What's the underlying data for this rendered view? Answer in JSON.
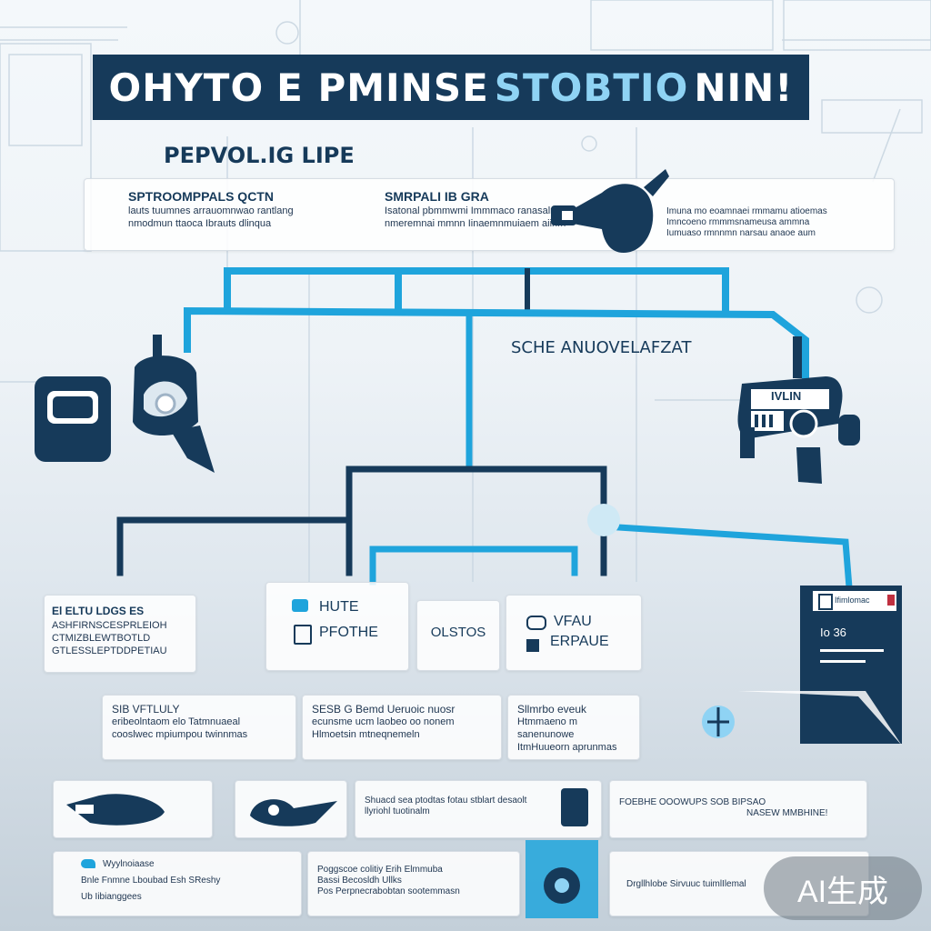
{
  "header": {
    "title_left": "OHYTO",
    "title_mid": "E PMINSE",
    "title_accent": "STOBTIO",
    "title_right": "NIN!"
  },
  "subtitle": "PEPVOL.IG LIPE",
  "top_card": {
    "left_heading": "SPTROOMPPALS QCTN",
    "left_line1": "lauts tuumnes arrauomnwao rantlang",
    "left_line2": "nmodmun ttaoca Ibrauts dlinqua",
    "center_heading": "SMRPALI IB GRA",
    "center_line1": "Isatonal pbmmwmi Immmaco ranasalnu",
    "center_line2": "nmeremnai mmnn Iinaemnmuiaem aiinm",
    "right_line1": "Imuna mo eoamnaei rmmamu atioemas",
    "right_line2": "Imncoeno rmmmsnameusa ammna",
    "right_line3": "Iumuaso rmnnmn narsau anaoe aum"
  },
  "mid_label": "SCHE ANUOVELAFZAT",
  "right_device_label": "IVLIN",
  "level3": {
    "left": {
      "heading": "El ELTU LDGS ES",
      "line1": "ASHFIRNSCESPRLEIOH",
      "line2": "CTMIZBLEWTBOTLD",
      "line3": "GTLESSLEPTDDPETIAU"
    },
    "box1": {
      "line1": "HUTE",
      "line2": "PFOTHE"
    },
    "box2": {
      "label": "OLSTOS"
    },
    "box3": {
      "line1": "VFAU",
      "line2": "ERPAUE"
    },
    "dark": {
      "header": "Ifimlomac",
      "value": "Io 36"
    }
  },
  "level4": {
    "card1": {
      "heading": "SIB VFTLULY",
      "line1": "eribeolntaom elo Tatmnuaeal",
      "line2": "cooslwec mpiumpou twinnmas"
    },
    "card2": {
      "heading": "SESB G Bemd Ueruoic nuosr",
      "line1": "ecunsme ucm laobeo oo nonem",
      "line2": "Hlmoetsin mtneqnemeln"
    },
    "card3": {
      "heading": "Sllmrbo eveuk",
      "line1": "Htmmaeno m sanenunowe",
      "line2": "ItmHuueorn aprunmas"
    }
  },
  "level5": {
    "card1": {
      "line1": "Shuacd sea ptodtas fotau stblart desaolt",
      "line2": "llyriohl tuotinalm"
    },
    "card2": {
      "line1": "FOEBHE OOOWUPS SOB BIPSAO",
      "line2": "NASEW MMBHINE!"
    }
  },
  "level6": {
    "card1": {
      "heading": "Wyylnoiaase",
      "line1": "Bnle Fnmne Lboubad Esh SReshy",
      "line2": "Ub Iibianggees"
    },
    "card2": {
      "line1": "Poggscoe colitiy Erih Elmmuba",
      "line2": "Bassi Becosldh Ullks",
      "line3": "Pos Perpnecrabobtan sootemmasn"
    },
    "card3": {
      "line1": "Drgllhlobe Sirvuuc tuimlIlemal"
    }
  },
  "watermark": "AI生成",
  "colors": {
    "navy": "#163a5a",
    "cyan": "#1fa4dc",
    "light_cyan": "#8fd3f4"
  }
}
